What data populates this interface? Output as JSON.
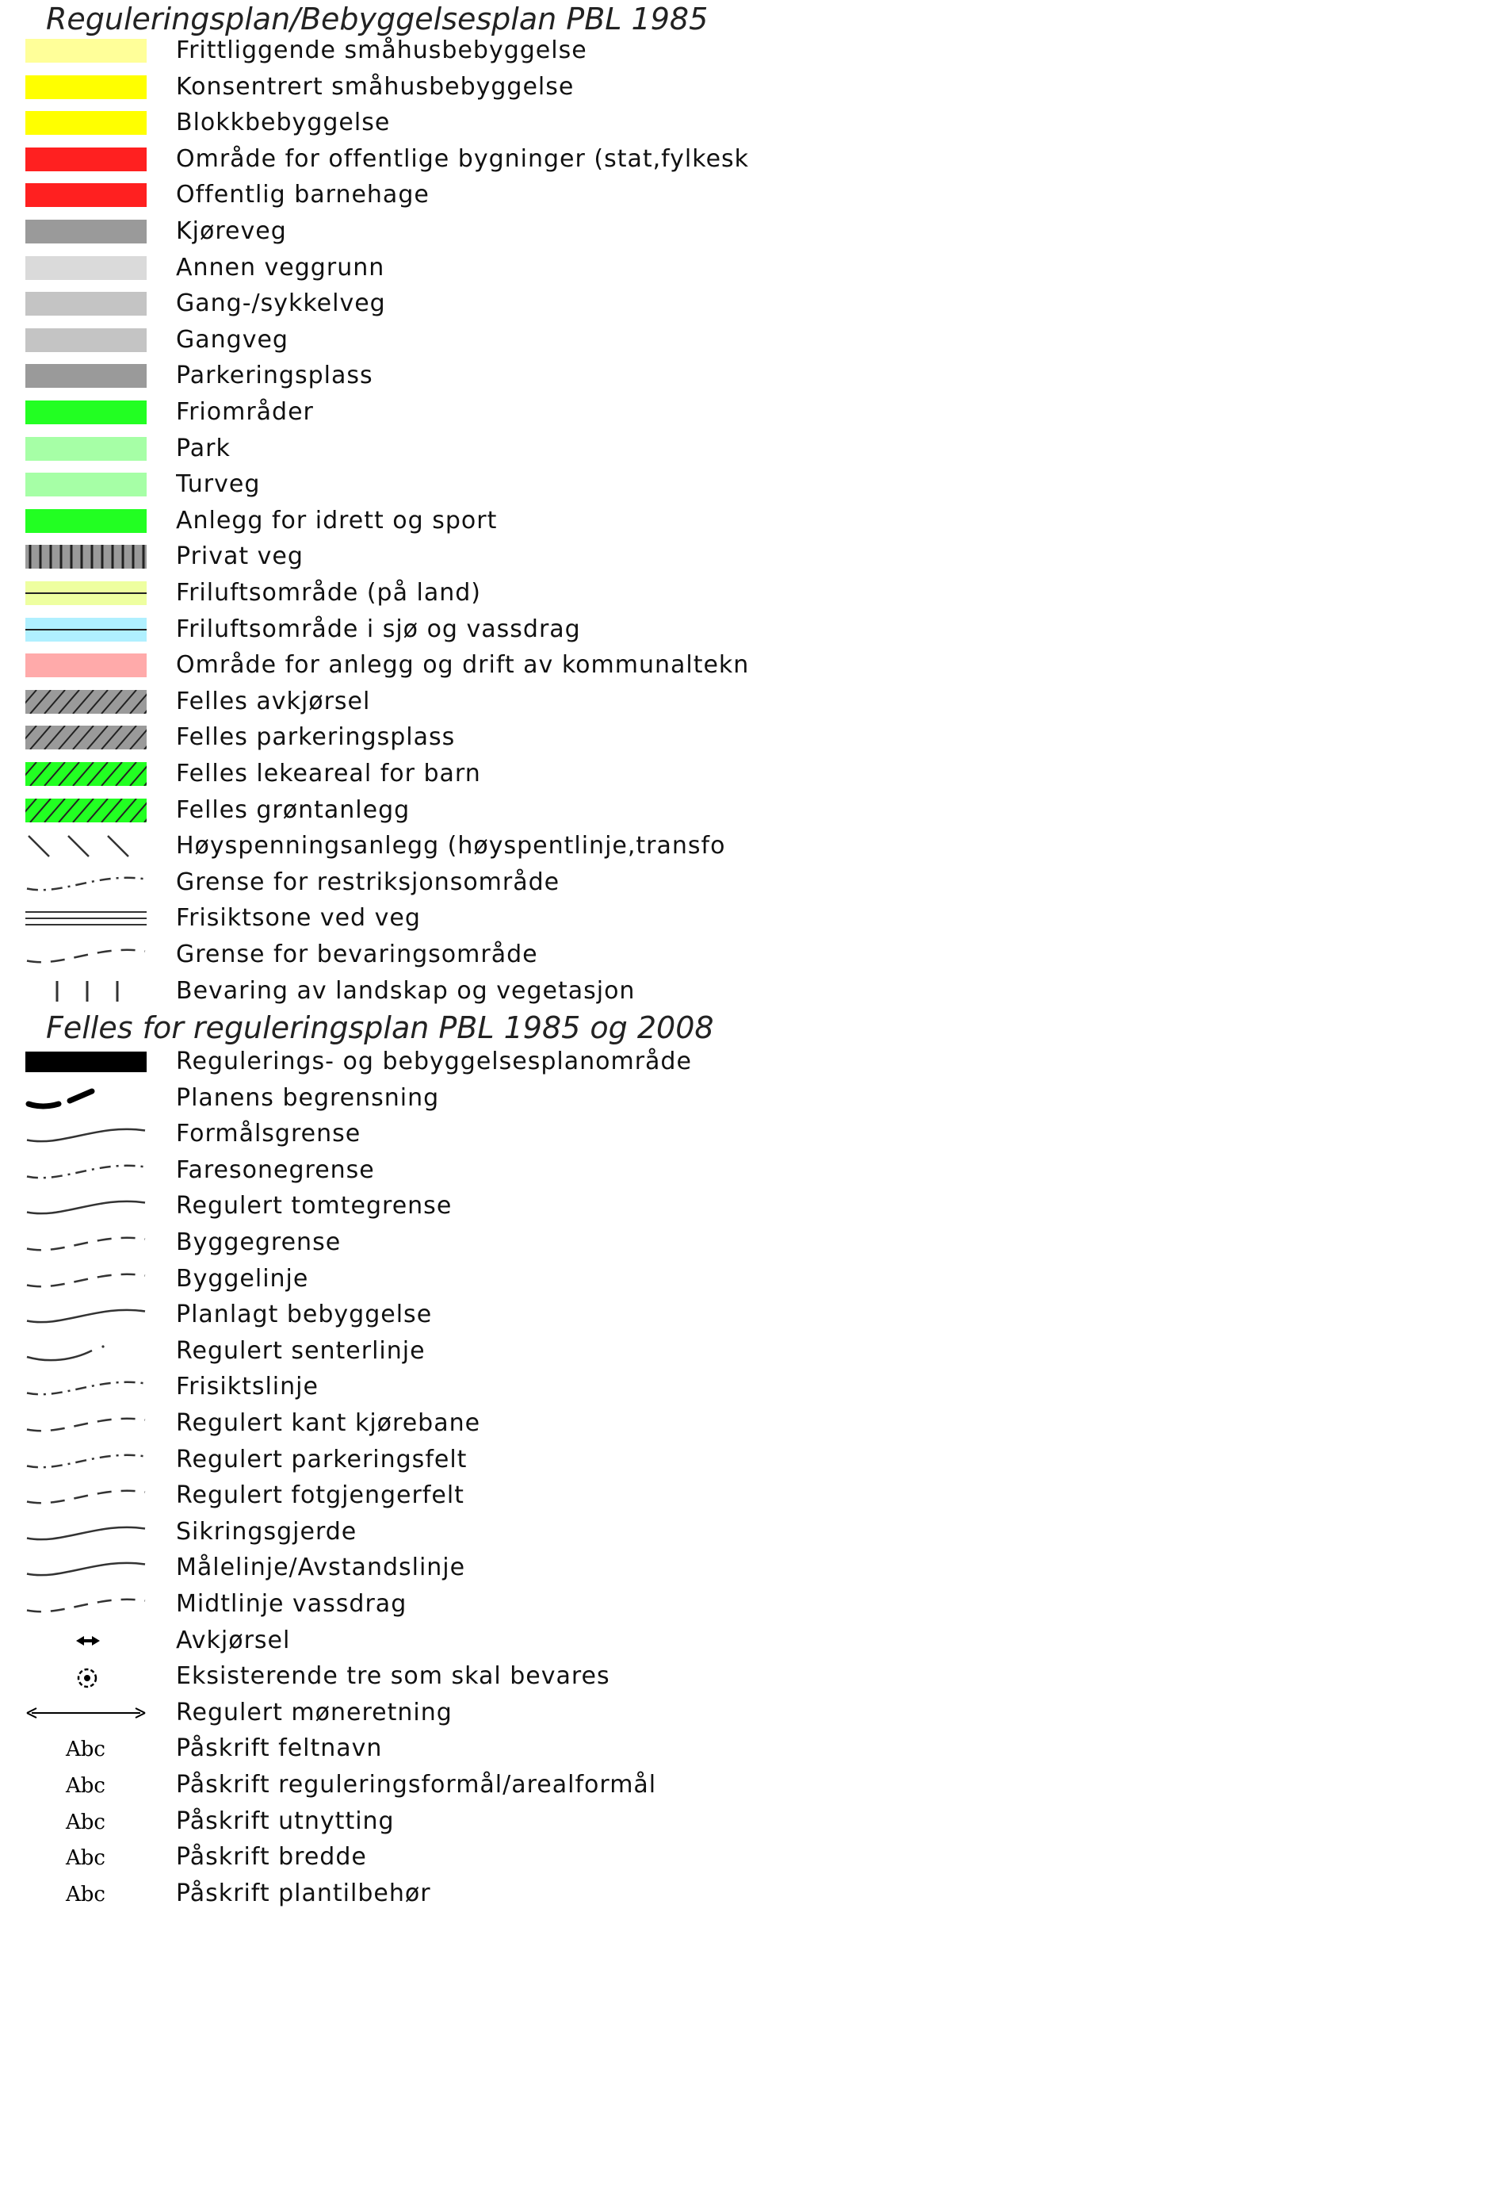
{
  "legend": {
    "section1_title": "Reguleringsplan/Bebyggelsesplan  PBL  1985",
    "section1": [
      {
        "label": "Frittliggende småhusbebyggelse",
        "icon": "fill",
        "color": "#ffff99"
      },
      {
        "label": "Konsentrert småhusbebyggelse",
        "icon": "fill",
        "color": "#ffff00"
      },
      {
        "label": "Blokkbebyggelse",
        "icon": "fill",
        "color": "#ffff00"
      },
      {
        "label": "Område for offentlige bygninger (stat,fylkesk",
        "icon": "fill",
        "color": "#ff2020"
      },
      {
        "label": "Offentlig barnehage",
        "icon": "fill",
        "color": "#ff2020"
      },
      {
        "label": "Kjøreveg",
        "icon": "fill",
        "color": "#9a9a9a"
      },
      {
        "label": "Annen veggrunn",
        "icon": "fill",
        "color": "#dadada"
      },
      {
        "label": "Gang-/sykkelveg",
        "icon": "fill",
        "color": "#c4c4c4"
      },
      {
        "label": "Gangveg",
        "icon": "fill",
        "color": "#c4c4c4"
      },
      {
        "label": "Parkeringsplass",
        "icon": "fill",
        "color": "#9a9a9a"
      },
      {
        "label": "Friområder",
        "icon": "fill",
        "color": "#22ff22"
      },
      {
        "label": "Park",
        "icon": "fill",
        "color": "#a6ffa6"
      },
      {
        "label": "Turveg",
        "icon": "fill",
        "color": "#a6ffa6"
      },
      {
        "label": "Anlegg for idrett og sport",
        "icon": "fill",
        "color": "#22ff22"
      },
      {
        "label": "Privat veg",
        "icon": "vbars",
        "color": "#9a9a9a"
      },
      {
        "label": "Friluftsområde (på land)",
        "icon": "midline",
        "color": "#eeffa0"
      },
      {
        "label": "Friluftsområde i sjø og vassdrag",
        "icon": "midline",
        "color": "#b0f0ff"
      },
      {
        "label": "Område for anlegg og drift av kommunaltekn",
        "icon": "fill",
        "color": "#ffaaaa"
      },
      {
        "label": "Felles avkjørsel",
        "icon": "hatch",
        "color": "#9a9a9a"
      },
      {
        "label": "Felles parkeringsplass",
        "icon": "hatch",
        "color": "#9a9a9a"
      },
      {
        "label": "Felles lekeareal for barn",
        "icon": "hatch",
        "color": "#22ff22"
      },
      {
        "label": "Felles grøntanlegg",
        "icon": "hatch",
        "color": "#22ff22"
      },
      {
        "label": "Høyspenningsanlegg (høyspentlinje,transfo",
        "icon": "backslashes",
        "color": "#333333"
      },
      {
        "label": "Grense for restriksjonsområde",
        "icon": "dashdotwave",
        "color": "#333333"
      },
      {
        "label": "Frisiktsone ved veg",
        "icon": "triplelines",
        "color": "#333333"
      },
      {
        "label": "Grense for bevaringsområde",
        "icon": "dashwave",
        "color": "#333333"
      },
      {
        "label": "Bevaring av landskap og vegetasjon",
        "icon": "vticks",
        "color": "#333333"
      }
    ],
    "section2_title": "Felles for  reguleringsplan PBL 1985 og 2008",
    "section2": [
      {
        "label": "Regulerings- og bebyggelsesplanområde",
        "icon": "blackbar",
        "color": "#000000"
      },
      {
        "label": "Planens begrensning",
        "icon": "thickdash",
        "color": "#000000"
      },
      {
        "label": "Formålsgrense",
        "icon": "wave",
        "color": "#333333"
      },
      {
        "label": "Faresonegrense",
        "icon": "dashdotwave",
        "color": "#333333"
      },
      {
        "label": "Regulert tomtegrense",
        "icon": "wave",
        "color": "#333333"
      },
      {
        "label": "Byggegrense",
        "icon": "dashwave",
        "color": "#333333"
      },
      {
        "label": "Byggelinje",
        "icon": "dashwave",
        "color": "#333333"
      },
      {
        "label": "Planlagt bebyggelse",
        "icon": "wave",
        "color": "#333333"
      },
      {
        "label": "Regulert senterlinje",
        "icon": "shortwave",
        "color": "#333333"
      },
      {
        "label": "Frisiktslinje",
        "icon": "dashdotwave",
        "color": "#333333"
      },
      {
        "label": "Regulert kant kjørebane",
        "icon": "dashwave",
        "color": "#333333"
      },
      {
        "label": "Regulert parkeringsfelt",
        "icon": "dashdotwave",
        "color": "#333333"
      },
      {
        "label": "Regulert fotgjengerfelt",
        "icon": "dashwave",
        "color": "#333333"
      },
      {
        "label": "Sikringsgjerde",
        "icon": "wave",
        "color": "#333333"
      },
      {
        "label": "Målelinje/Avstandslinje",
        "icon": "wave",
        "color": "#333333"
      },
      {
        "label": "Midtlinje vassdrag",
        "icon": "dashwave",
        "color": "#333333"
      },
      {
        "label": "Avkjørsel",
        "icon": "dblarrow",
        "color": "#000000"
      },
      {
        "label": "Eksisterende tre som skal bevares",
        "icon": "tree",
        "color": "#000000"
      },
      {
        "label": "Regulert møneretning",
        "icon": "longarrow",
        "color": "#000000"
      },
      {
        "label": "Påskrift feltnavn",
        "icon": "text",
        "text": "Abc",
        "color": "#000000"
      },
      {
        "label": "Påskrift reguleringsformål/arealformål",
        "icon": "text",
        "text": "Abc",
        "color": "#000000"
      },
      {
        "label": "Påskrift utnytting",
        "icon": "text",
        "text": "Abc",
        "color": "#000000"
      },
      {
        "label": "Påskrift bredde",
        "icon": "text",
        "text": "Abc",
        "color": "#000000"
      },
      {
        "label": "Påskrift plantilbehør",
        "icon": "text",
        "text": "Abc",
        "color": "#000000"
      }
    ]
  }
}
